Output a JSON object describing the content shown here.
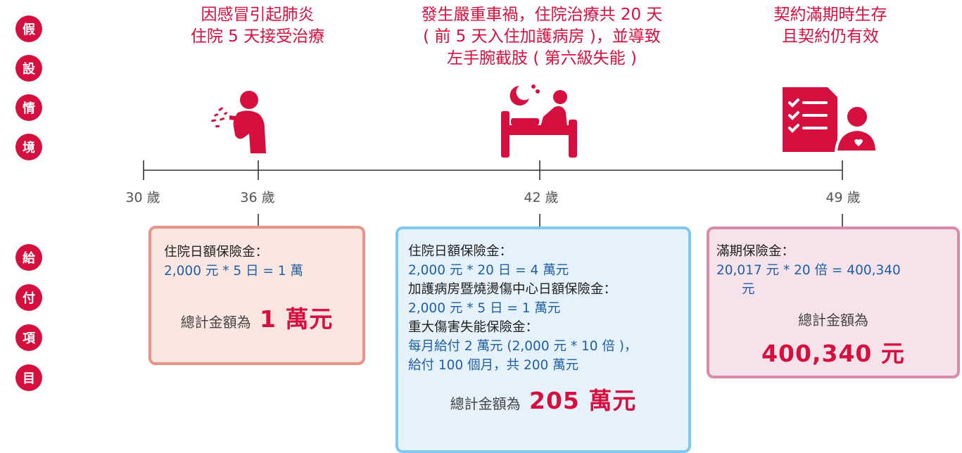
{
  "sidebar_top": [
    "假",
    "設",
    "情",
    "境"
  ],
  "sidebar_bottom": [
    "給",
    "付",
    "項",
    "目"
  ],
  "scenarios": [
    {
      "text": "因感冒引起肺炎\n住院 5 天接受治療",
      "icon": "coughing-person-icon"
    },
    {
      "text": "發生嚴重車禍，住院治療共 20 天\n( 前 5 天入住加護病房 )，並導致\n左手腕截肢 ( 第六級失能 )",
      "icon": "hospital-bed-patient-icon"
    },
    {
      "text": "契約滿期時生存\n且契約仍有效",
      "icon": "checklist-person-icon"
    }
  ],
  "timeline": {
    "ages": [
      "30 歲",
      "36 歲",
      "42 歲",
      "49 歲"
    ]
  },
  "benefits": [
    {
      "lines": [
        {
          "text": "住院日額保險金：",
          "kind": "head"
        },
        {
          "text": "2,000 元 * 5 日 = 1 萬",
          "kind": "val"
        }
      ],
      "total_label": "總計金額為",
      "total_amount": "1 萬元"
    },
    {
      "lines": [
        {
          "text": "住院日額保險金：",
          "kind": "head"
        },
        {
          "text": "2,000 元 * 20 日 = 4 萬元",
          "kind": "val"
        },
        {
          "text": "加護病房暨燒燙傷中心日額保險金：",
          "kind": "head"
        },
        {
          "text": "2,000 元 * 5 日 = 1 萬元",
          "kind": "val"
        },
        {
          "text": "重大傷害失能保險金：",
          "kind": "head"
        },
        {
          "text": "每月給付 2 萬元 (2,000 元 * 10 倍 )，",
          "kind": "val"
        },
        {
          "text": "給付 100 個月，共 200 萬元",
          "kind": "val"
        }
      ],
      "total_label": "總計金額為",
      "total_amount": "205 萬元"
    },
    {
      "lines": [
        {
          "text": "滿期保險金：",
          "kind": "head"
        },
        {
          "text": "20,017 元 * 20 倍 = 400,340",
          "kind": "val"
        },
        {
          "text": "元",
          "kind": "val"
        }
      ],
      "total_label": "總計金額為",
      "total_amount": "400,340 元"
    }
  ],
  "colors": {
    "accent": "#d5103f",
    "value_blue": "#1f5fa5",
    "box1_border": "#e8948a",
    "box1_bg": "#fbe6e1",
    "box2_border": "#7fc8ef",
    "box2_bg": "#e5f2fb",
    "box3_border": "#d98aa8",
    "box3_bg": "#f6e2ea"
  }
}
